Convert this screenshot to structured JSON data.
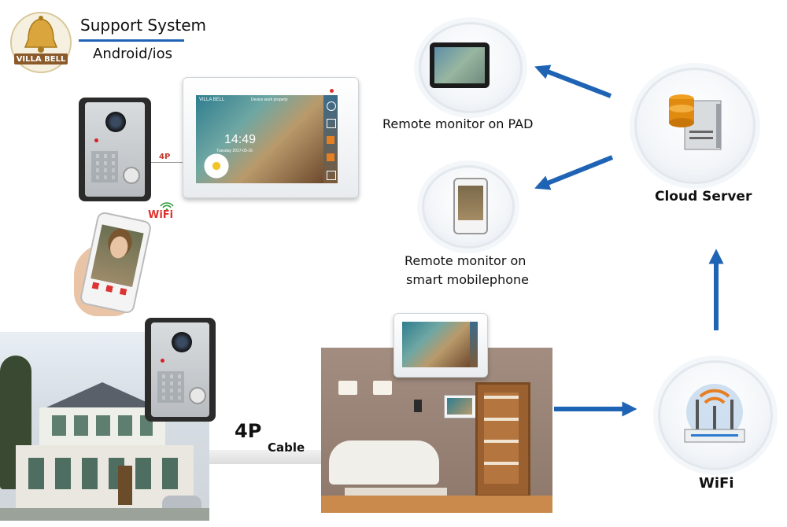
{
  "brand": {
    "logo_text": "VILLA BELL"
  },
  "header": {
    "line1": "Support System",
    "line2": "Android/ios"
  },
  "indoor_monitor": {
    "brand": "VILLA BELL",
    "status": "Device work properly",
    "time": "14:49",
    "date": "Tuesday 2017-05-16"
  },
  "labels": {
    "pad": "Remote monitor on PAD",
    "mobile_line1": "Remote monitor on",
    "mobile_line2": "smart mobilephone",
    "cloud": "Cloud Server",
    "wifi": "WiFi",
    "cable_4p_small": "4P",
    "wifi_logo": "WiFi",
    "cable_4p": "4P",
    "cable": "Cable"
  },
  "colors": {
    "arrow": "#1f64b4",
    "cable": "#c0392b",
    "gold": "#d4a23a"
  }
}
